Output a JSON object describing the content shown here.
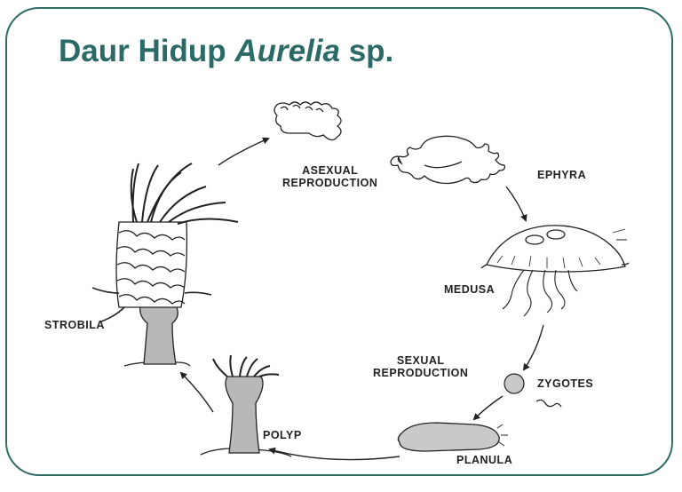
{
  "title": {
    "prefix": "Daur Hidup ",
    "italic": "Aurelia",
    "suffix": " sp."
  },
  "labels": {
    "asexual_line1": "ASEXUAL",
    "asexual_line2": "REPRODUCTION",
    "sexual_line1": "SEXUAL",
    "sexual_line2": "REPRODUCTION",
    "ephyra": "EPHYRA",
    "medusa": "MEDUSA",
    "zygotes": "ZYGOTES",
    "planula": "PLANULA",
    "polyp": "POLYP",
    "strobila": "STROBILA"
  },
  "colors": {
    "frame": "#2f6b63",
    "title": "#2b6a66",
    "ink": "#222222",
    "shade": "#b8b8b8"
  }
}
